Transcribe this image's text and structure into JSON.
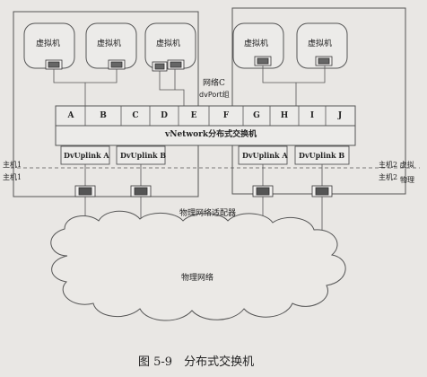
{
  "vms": [
    "虚拟机",
    "虚拟机",
    "虚拟机",
    "虚拟机",
    "虚拟机"
  ],
  "network_label": "网络C",
  "portgroup_label": "dvPort组",
  "ports": [
    "A",
    "B",
    "C",
    "D",
    "E",
    "F",
    "G",
    "H",
    "I",
    "J"
  ],
  "switch_label": "vNetwork分布式交换机",
  "uplinks": [
    "DvUplink A",
    "DvUplink B",
    "DvUplink A",
    "DvUplink B"
  ],
  "host1_virtual": "主机1",
  "host1_physical": "主机1",
  "host2_virtual": "主机2 虚拟",
  "host2_physical": "主机2",
  "physical_tag": "物理",
  "adapter_label": "物理网络适配器",
  "physical_network_label": "物理网络",
  "caption": "图 5-9　分布式交换机",
  "colors": {
    "background": "#e9e7e4",
    "line": "#555555"
  }
}
